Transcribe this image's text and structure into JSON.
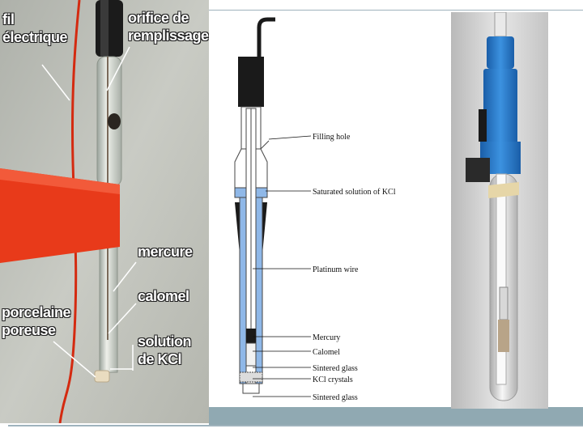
{
  "left_photo": {
    "labels": {
      "fil_line1": "fil",
      "fil_line2": "électrique",
      "orifice_line1": "orifice de",
      "orifice_line2": "remplissage",
      "mercure": "mercure",
      "calomel": "calomel",
      "porcelaine_line1": "porcelaine",
      "porcelaine_line2": "poreuse",
      "solution_line1": "solution",
      "solution_line2": "de KCl"
    },
    "colors": {
      "tape": "#e83a1a",
      "wire": "#d42a10",
      "label_text": "#ffffff"
    }
  },
  "diagram": {
    "labels": {
      "filling_hole": "Filling hole",
      "saturated_kcl": "Saturated solution of KCl",
      "platinum_wire": "Platinum wire",
      "mercury": "Mercury",
      "calomel": "Calomel",
      "sintered_glass_1": "Sintered glass",
      "kcl_crystals": "KCl crystals",
      "sintered_glass_2": "Sintered glass"
    },
    "colors": {
      "solution": "#8fb8e8",
      "cap": "#1a1a1a",
      "outline": "#444444"
    }
  },
  "right_photo": {
    "colors": {
      "cap": "#2a78c8",
      "background": "#cfcfcf"
    }
  }
}
